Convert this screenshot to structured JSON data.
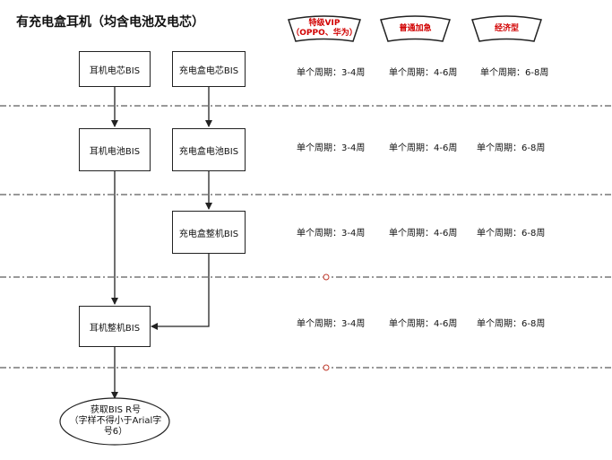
{
  "title": "有充电盒耳机（均含电池及电芯）",
  "tiers": [
    {
      "line1": "特级VIP",
      "line2": "（OPPO、华为）"
    },
    {
      "line1": "普通加急",
      "line2": ""
    },
    {
      "line1": "经济型",
      "line2": ""
    }
  ],
  "nodes": {
    "earphone_cell": "耳机电芯BIS",
    "case_cell": "充电盒电芯BIS",
    "earphone_battery": "耳机电池BIS",
    "case_battery": "充电盒电池BIS",
    "case_complete": "充电盒整机BIS",
    "earphone_complete": "耳机整机BIS",
    "final_line1": "获取BIS R号",
    "final_line2": "（字样不得小于Arial字",
    "final_line3": "号6）"
  },
  "rows": [
    [
      "单个周期：3-4周",
      "单个周期：4-6周",
      "单个周期：6-8周"
    ],
    [
      "单个周期：3-4周",
      "单个周期：4-6周",
      "单个周期：6-8周"
    ],
    [
      "单个周期：3-4周",
      "单个周期：4-6周",
      "单个周期：6-8周"
    ],
    [
      "单个周期：3-4周",
      "单个周期：4-6周",
      "单个周期：6-8周"
    ]
  ],
  "colors": {
    "banner_text": "#d10000",
    "line": "#222222",
    "separator": "#333333",
    "marker": "#c0392b"
  }
}
